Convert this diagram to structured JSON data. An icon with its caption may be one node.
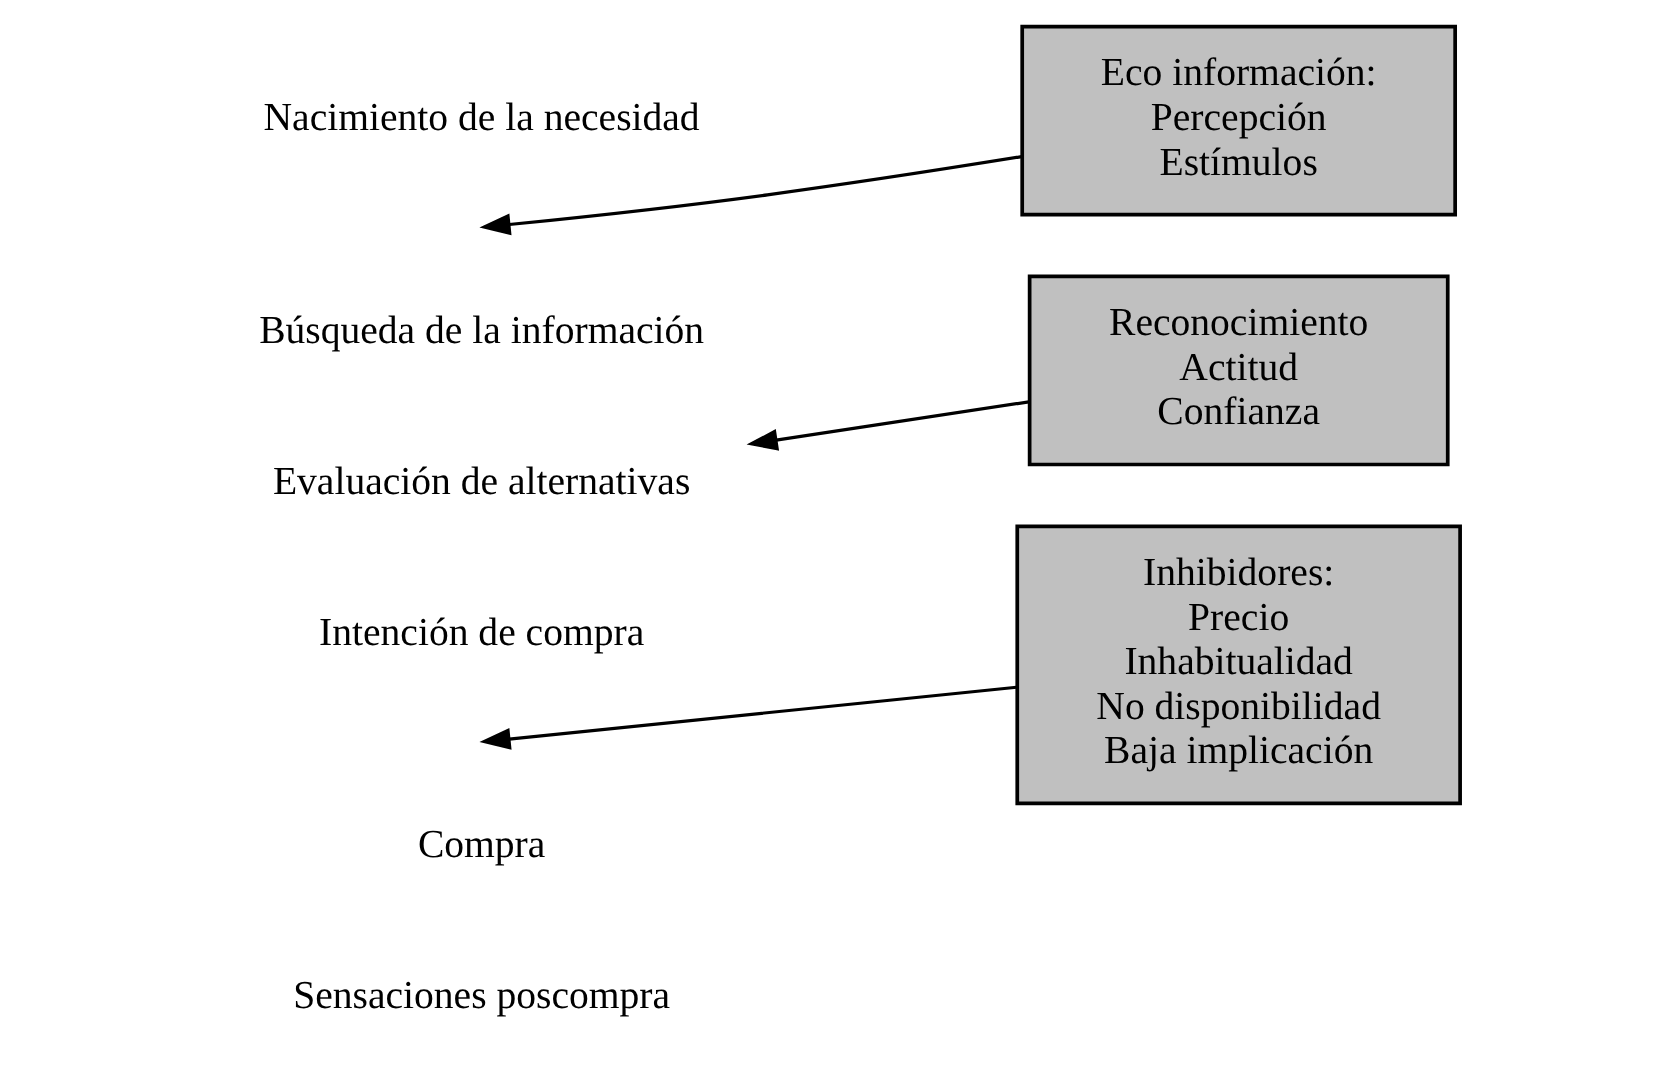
{
  "diagram": {
    "nodes": [
      {
        "text": [
          "Nacimiento de la necesidad"
        ]
      },
      {
        "text": [
          "Búsqueda de la información"
        ]
      },
      {
        "text": [
          "Evaluación de alternativas"
        ]
      },
      {
        "text": [
          "Intención de compra"
        ]
      },
      {
        "text": [
          "Compra"
        ]
      },
      {
        "text": [
          "Sensaciones poscompra"
        ]
      },
      {
        "text": [
          "Eco información:",
          "Percepción",
          "Estímulos"
        ]
      },
      {
        "text": [
          "Reconocimiento",
          "Actitud",
          "Confianza"
        ]
      },
      {
        "text": [
          "Inhibidores:",
          "Precio",
          "Inhabitualidad",
          "No disponibilidad",
          "Baja implicación"
        ]
      }
    ],
    "edges": [
      {
        "from": 6,
        "to": null,
        "arrow": "to"
      },
      {
        "from": 7,
        "to": 2,
        "arrow": "to"
      },
      {
        "from": 8,
        "to": null,
        "arrow": "to"
      }
    ]
  }
}
